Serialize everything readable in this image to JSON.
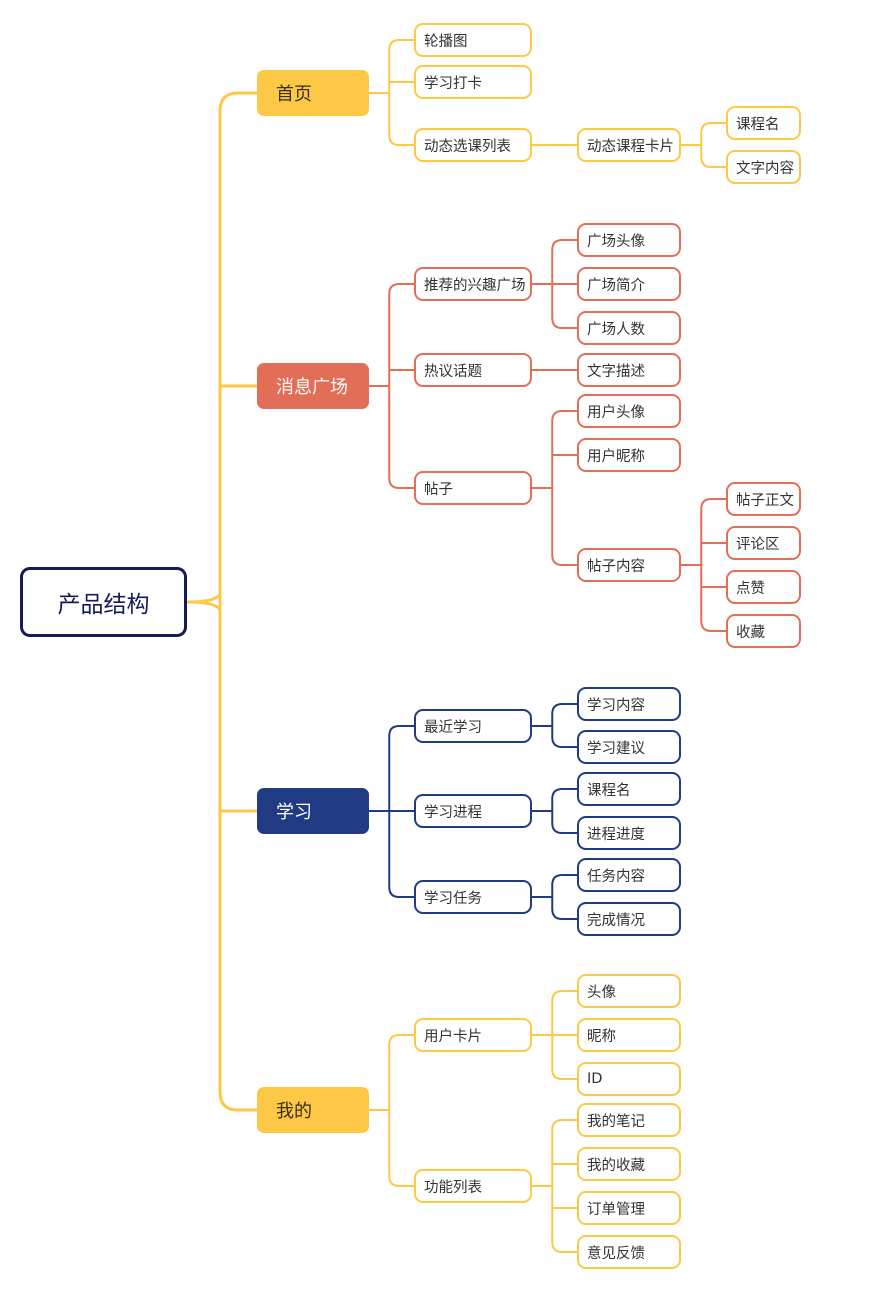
{
  "colors": {
    "yellow": "#fdc845",
    "red": "#e36e57",
    "navy": "#213a84",
    "root_border": "#151b57"
  },
  "root": {
    "label": "产品结构"
  },
  "branches": [
    {
      "label": "首页",
      "color": "yellow",
      "children": [
        {
          "label": "轮播图"
        },
        {
          "label": "学习打卡"
        },
        {
          "label": "动态选课列表",
          "children": [
            {
              "label": "动态课程卡片",
              "children": [
                {
                  "label": "课程名"
                },
                {
                  "label": "文字内容"
                }
              ]
            }
          ]
        }
      ]
    },
    {
      "label": "消息广场",
      "color": "red",
      "children": [
        {
          "label": "推荐的兴趣广场",
          "children": [
            {
              "label": "广场头像"
            },
            {
              "label": "广场简介"
            },
            {
              "label": "广场人数"
            }
          ]
        },
        {
          "label": "热议话题",
          "children": [
            {
              "label": "文字描述"
            }
          ]
        },
        {
          "label": "帖子",
          "children": [
            {
              "label": "用户头像"
            },
            {
              "label": "用户昵称"
            },
            {
              "label": "帖子内容",
              "children": [
                {
                  "label": "帖子正文"
                },
                {
                  "label": "评论区"
                },
                {
                  "label": "点赞"
                },
                {
                  "label": "收藏"
                }
              ]
            }
          ]
        }
      ]
    },
    {
      "label": "学习",
      "color": "navy",
      "children": [
        {
          "label": "最近学习",
          "children": [
            {
              "label": "学习内容"
            },
            {
              "label": "学习建议"
            }
          ]
        },
        {
          "label": "学习进程",
          "children": [
            {
              "label": "课程名"
            },
            {
              "label": "进程进度"
            }
          ]
        },
        {
          "label": "学习任务",
          "children": [
            {
              "label": "任务内容"
            },
            {
              "label": "完成情况"
            }
          ]
        }
      ]
    },
    {
      "label": "我的",
      "color": "yellow",
      "children": [
        {
          "label": "用户卡片",
          "children": [
            {
              "label": "头像"
            },
            {
              "label": "昵称"
            },
            {
              "label": "ID"
            }
          ]
        },
        {
          "label": "功能列表",
          "children": [
            {
              "label": "我的笔记"
            },
            {
              "label": "我的收藏"
            },
            {
              "label": "订单管理"
            },
            {
              "label": "意见反馈"
            }
          ]
        }
      ]
    }
  ]
}
